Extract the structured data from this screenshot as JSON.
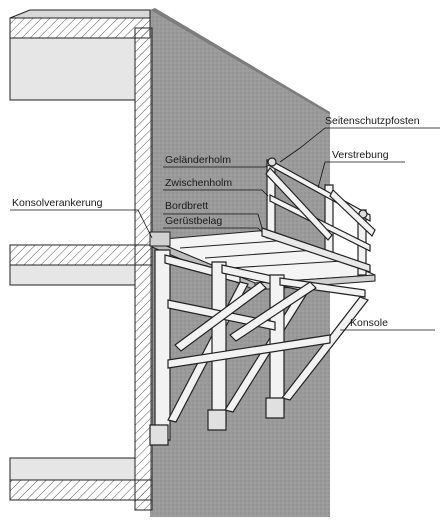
{
  "diagram": {
    "labels": {
      "seitenschutzpfosten": "Seitenschutzpfosten",
      "verstrebung": "Verstrebung",
      "gelaenderholm": "Geländerholm",
      "zwischenholm": "Zwischenholm",
      "bordbrett": "Bordbrett",
      "geruestbelag": "Gerüstbelag",
      "konsolverankerung": "Konsolverankerung",
      "konsole": "Konsole"
    }
  }
}
